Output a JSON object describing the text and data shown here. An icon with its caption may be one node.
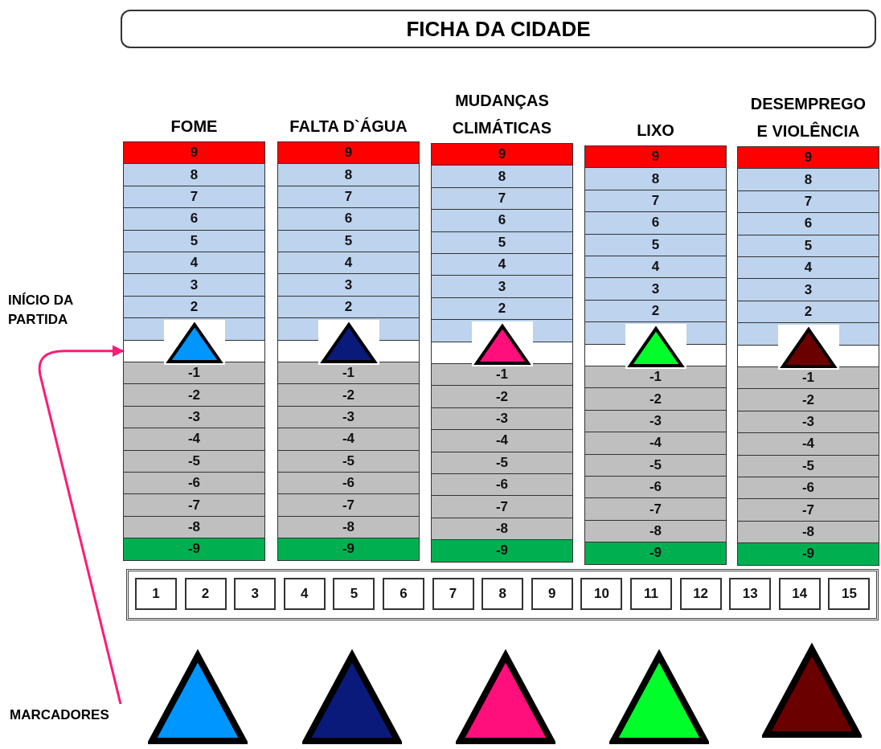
{
  "diagram": {
    "title": "FICHA DA CIDADE",
    "nodes": [
      {
        "text": [
          "MARCADORES"
        ]
      },
      {
        "text": [],
        "shape": "bar",
        "beside": [
          "INÍCIO DA PARTIDA"
        ]
      },
      {
        "text": [],
        "shape": "bar"
      },
      {
        "text": [],
        "shape": "bar"
      },
      {
        "text": [],
        "shape": "bar"
      },
      {
        "text": [],
        "shape": "bar"
      }
    ],
    "edges": [
      {
        "from": 0,
        "to": 1,
        "arrow": "to"
      }
    ],
    "labels": [
      "FOME",
      "FALTA D`ÁGUA",
      "MUDANÇAS CLIMÁTICAS",
      "LIXO",
      "DESEMPREGO E VIOLÊNCIA",
      "9",
      "9",
      "9",
      "9",
      "9",
      "8",
      "8",
      "8",
      "8",
      "8",
      "7",
      "7",
      "7",
      "7",
      "7",
      "6",
      "6",
      "6",
      "6",
      "6",
      "5",
      "5",
      "5",
      "5",
      "5",
      "4",
      "4",
      "4",
      "4",
      "4",
      "3",
      "3",
      "3",
      "3",
      "3",
      "2",
      "2",
      "2",
      "2",
      "2",
      "-1",
      "-1",
      "-1",
      "-1",
      "-1",
      "-2",
      "-2",
      "-2",
      "-2",
      "-2",
      "-3",
      "-3",
      "-3",
      "-3",
      "-3",
      "-4",
      "-4",
      "-4",
      "-4",
      "-4",
      "-5",
      "-5",
      "-5",
      "-5",
      "-5",
      "-6",
      "-6",
      "-6",
      "-6",
      "-6",
      "-7",
      "-7",
      "-7",
      "-7",
      "-7",
      "-8",
      "-8",
      "-8",
      "-8",
      "-8",
      "-9",
      "-9",
      "-9",
      "-9",
      "-9",
      "1",
      "2",
      "3",
      "4",
      "5",
      "6",
      "7",
      "8",
      "9",
      "10",
      "11",
      "12",
      "13",
      "14",
      "15"
    ]
  }
}
